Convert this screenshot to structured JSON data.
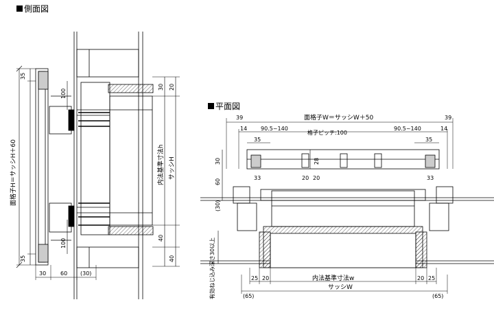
{
  "side_view": {
    "title": "側面図",
    "dims": {
      "d35_top": "35",
      "d100_top": "100",
      "d30_top_r": "30",
      "d20_top_r": "20",
      "d40_bot_r": "40",
      "d40_bot_r2": "40",
      "d100_bot": "100",
      "d35_bot": "35",
      "d30_bottom": "30",
      "d60_bottom": "60",
      "d30p_bottom": "(30)"
    },
    "label_left": "面格子H＝サッシH＋60",
    "label_inner": "内法基準寸法h",
    "label_sash": "サッシH"
  },
  "plan_view": {
    "title": "平面図",
    "label_top": "面格子W＝サッシW＋50",
    "label_pitch": "格子ピッチ:100",
    "label_inner": "内法基準寸法w",
    "label_sash": "サッシW",
    "label_depth": "有効ねじ込み深さ30以上",
    "dims": {
      "d39_l": "39",
      "d39_r": "39",
      "d14_l": "14",
      "d14_r": "14",
      "range_l": "90.5~140",
      "range_r": "90.5~140",
      "d35_l": "35",
      "d35_r": "35",
      "d30_l": "30",
      "d60_l": "60",
      "d28": "28",
      "d20_a": "20",
      "d20_b": "20",
      "d33_l": "33",
      "d33_r": "33",
      "d30p": "(30)",
      "d25_l": "25",
      "d20_bl": "20",
      "d20_br": "20",
      "d25_r": "25",
      "d65_l": "(65)",
      "d65_r": "(65)"
    }
  }
}
